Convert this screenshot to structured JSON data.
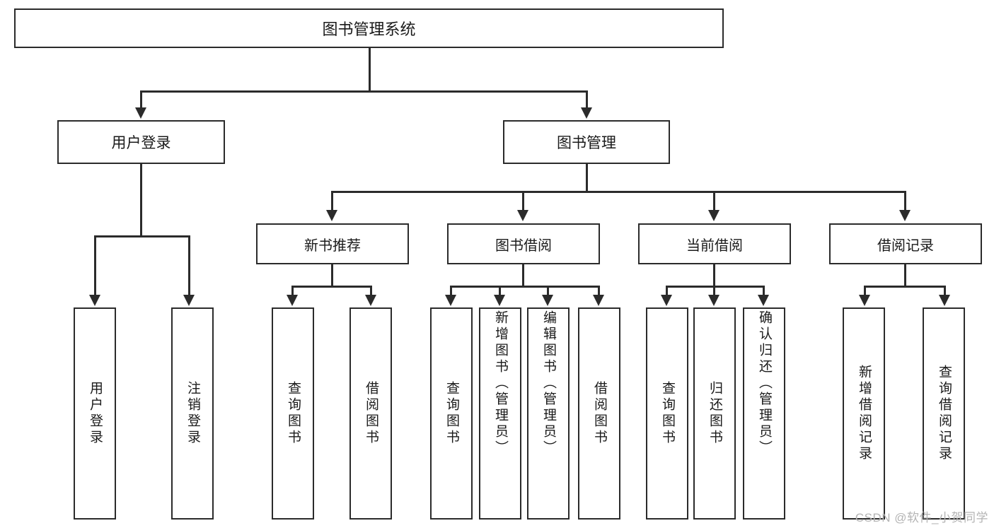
{
  "diagram": {
    "title": "图书管理系统",
    "root": {
      "label": "图书管理系统"
    },
    "level2": [
      {
        "label": "用户登录"
      },
      {
        "label": "图书管理"
      }
    ],
    "groups": [
      {
        "label": "新书推荐"
      },
      {
        "label": "图书借阅"
      },
      {
        "label": "当前借阅"
      },
      {
        "label": "借阅记录"
      }
    ],
    "leaves": {
      "user_login": [
        {
          "label": "用户登录"
        },
        {
          "label": "注销登录"
        }
      ],
      "new_book": [
        {
          "label": "查询图书"
        },
        {
          "label": "借阅图书"
        }
      ],
      "book_borrow": [
        {
          "label": "查询图书"
        },
        {
          "label": "新增图书（管理员）"
        },
        {
          "label": "编辑图书（管理员）"
        },
        {
          "label": "借阅图书"
        }
      ],
      "current_borrow": [
        {
          "label": "查询图书"
        },
        {
          "label": "归还图书"
        },
        {
          "label": "确认归还（管理员）"
        }
      ],
      "borrow_record": [
        {
          "label": "新增借阅记录"
        },
        {
          "label": "查询借阅记录"
        }
      ]
    }
  },
  "watermark": {
    "text": "CSDN @软件_小贺同学"
  },
  "colors": {
    "stroke": "#2b2b2b",
    "text": "#1a1a1a",
    "background": "#ffffff",
    "watermark": "#b4b4b4"
  }
}
